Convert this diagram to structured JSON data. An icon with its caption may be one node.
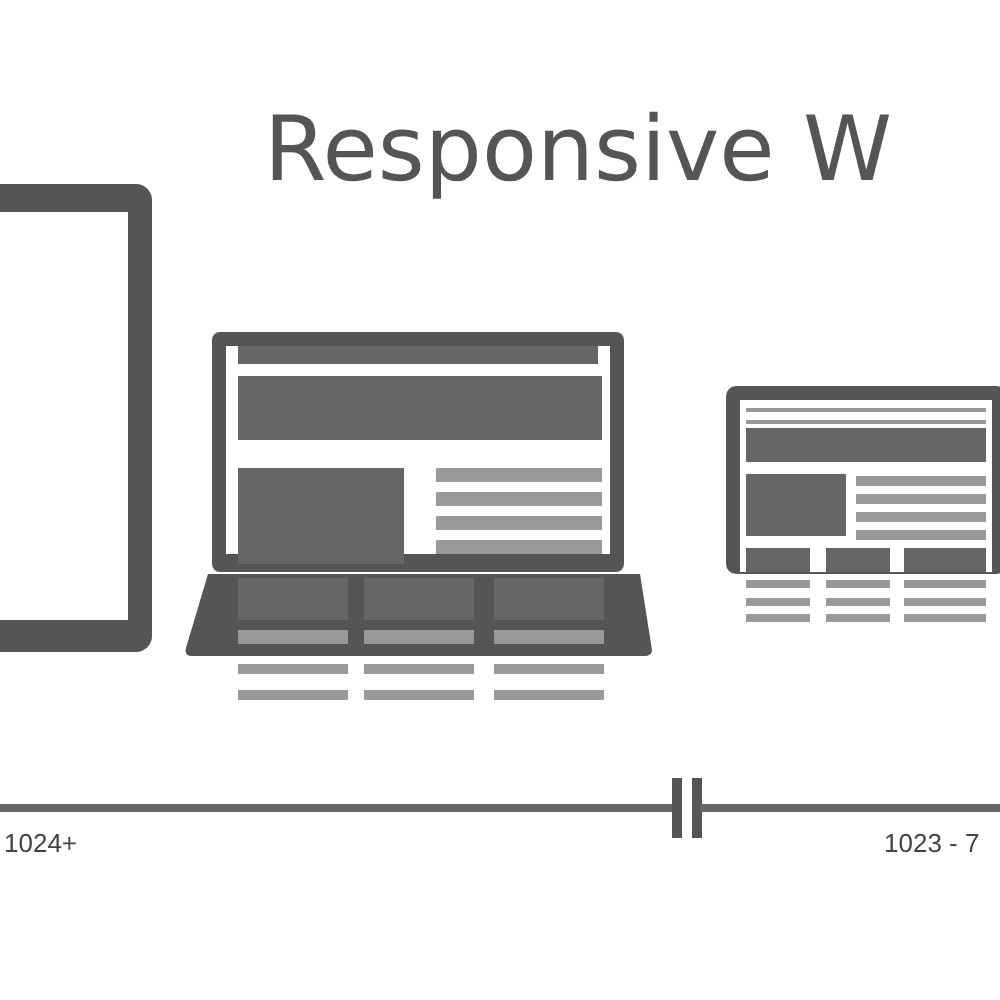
{
  "diagram": {
    "title": "Responsive W",
    "labels": [
      "1024+",
      "1023 - 7"
    ]
  }
}
